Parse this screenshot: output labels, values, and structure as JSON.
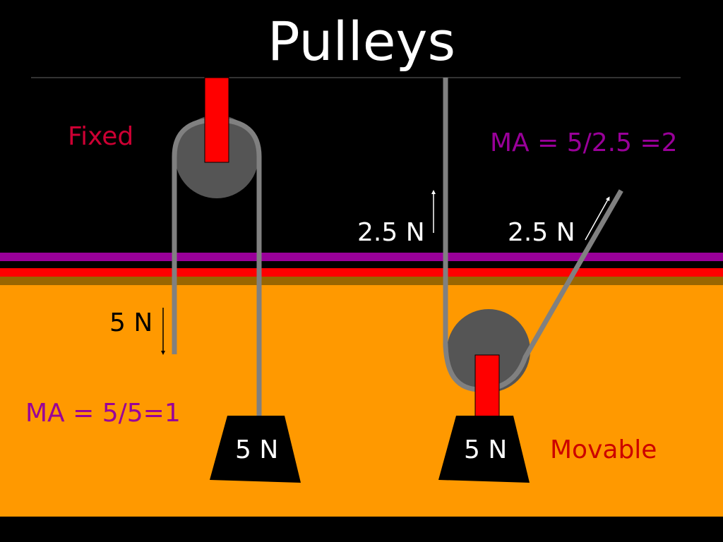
{
  "slide": {
    "title": "Pulleys",
    "colors": {
      "background": "#000000",
      "floor": "#ff9900",
      "stripe_purple": "#990099",
      "stripe_red": "#ff0000",
      "stripe_olive": "#996600",
      "pulley_wheel": "#555555",
      "rope": "#808080",
      "axle": "#ff0000",
      "weight": "#000000",
      "label_fixed": "#cc0033",
      "label_ma": "#990099",
      "label_movable": "#cc0000",
      "text_light": "#ffffff"
    },
    "fixed_pulley": {
      "type_label": "Fixed",
      "effort_label": "5 N",
      "effort_direction": "down",
      "load_label": "5 N",
      "ma_text": "MA = 5/5=1"
    },
    "movable_pulley": {
      "type_label": "Movable",
      "left_tension_label": "2.5 N",
      "left_tension_direction": "up",
      "right_tension_label": "2.5 N",
      "right_tension_direction": "up-right",
      "load_label": "5 N",
      "ma_text": "MA = 5/2.5 =2"
    }
  }
}
